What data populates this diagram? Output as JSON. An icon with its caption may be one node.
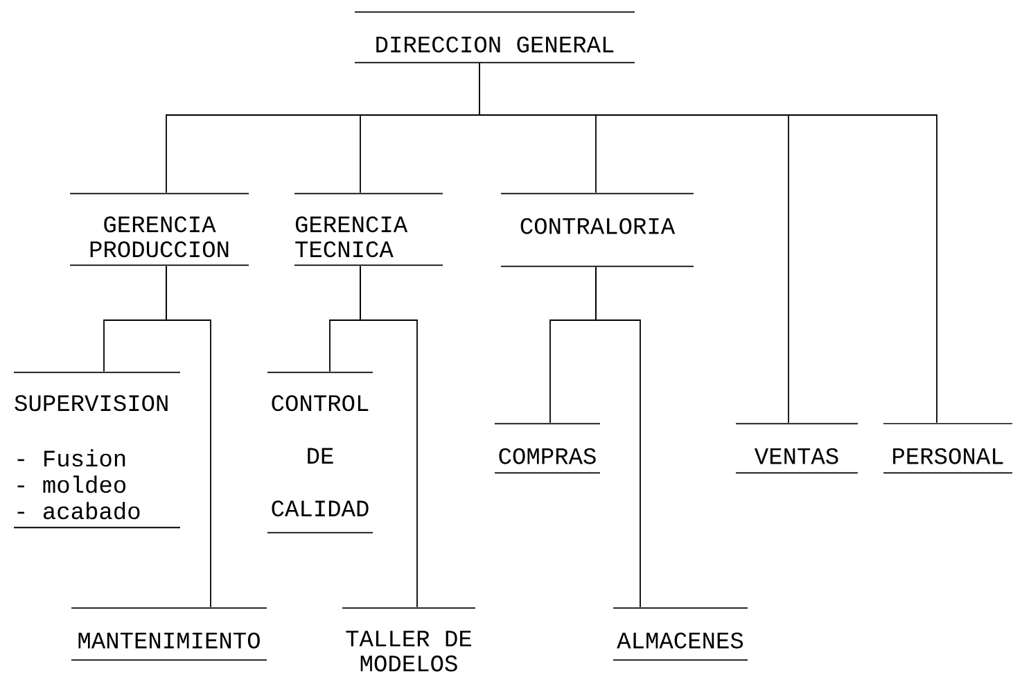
{
  "diagram": {
    "nodes": [
      {
        "text": [
          "DIRECCION GENERAL"
        ]
      },
      {
        "text": [
          "GERENCIA PRODUCCION"
        ]
      },
      {
        "text": [
          "GERENCIA TECNICA"
        ]
      },
      {
        "text": [
          "CONTRALORIA"
        ]
      },
      {
        "text": [
          "VENTAS"
        ]
      },
      {
        "text": [
          "PERSONAL"
        ]
      },
      {
        "text": [
          "SUPERVISION",
          "- Fusion",
          "- moldeo",
          "- acabado"
        ]
      },
      {
        "text": [
          "MANTENIMIENTO"
        ]
      },
      {
        "text": [
          "CONTROL DE CALIDAD"
        ]
      },
      {
        "text": [
          "TALLER DE MODELOS"
        ]
      },
      {
        "text": [
          "COMPRAS"
        ]
      },
      {
        "text": [
          "ALMACENES"
        ]
      }
    ],
    "edges": [
      {
        "from": 0,
        "to": 1,
        "arrow": "none"
      },
      {
        "from": 0,
        "to": 2,
        "arrow": "none"
      },
      {
        "from": 0,
        "to": 3,
        "arrow": "none"
      },
      {
        "from": 0,
        "to": 4,
        "arrow": "none"
      },
      {
        "from": 0,
        "to": 5,
        "arrow": "none"
      },
      {
        "from": 1,
        "to": 6,
        "arrow": "none"
      },
      {
        "from": 1,
        "to": 7,
        "arrow": "none"
      },
      {
        "from": 2,
        "to": 8,
        "arrow": "none"
      },
      {
        "from": 2,
        "to": 9,
        "arrow": "none"
      },
      {
        "from": 3,
        "to": 10,
        "arrow": "none"
      },
      {
        "from": 3,
        "to": 11,
        "arrow": "none"
      }
    ]
  }
}
